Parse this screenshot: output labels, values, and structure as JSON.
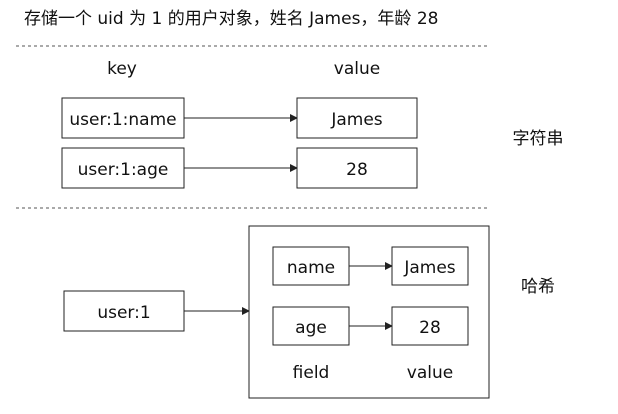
{
  "title": "存储一个 uid 为 1 的用户对象，姓名 James，年龄 28",
  "string_section": {
    "header_key": "key",
    "header_value": "value",
    "rows": [
      {
        "key": "user:1:name",
        "value": "James"
      },
      {
        "key": "user:1:age",
        "value": "28"
      }
    ],
    "type_label": "字符串"
  },
  "hash_section": {
    "key": "user:1",
    "fields": [
      {
        "field": "name",
        "value": "James"
      },
      {
        "field": "age",
        "value": "28"
      }
    ],
    "footer_field": "field",
    "footer_value": "value",
    "type_label": "哈希"
  },
  "colors": {
    "stroke": "#222222",
    "text": "#111111",
    "background": "#ffffff"
  }
}
